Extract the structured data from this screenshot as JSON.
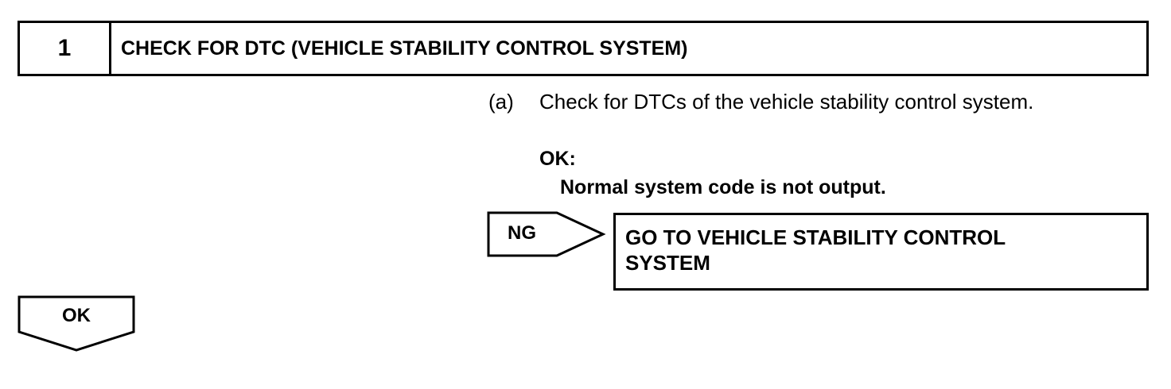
{
  "step": {
    "number": "1",
    "title": "CHECK FOR DTC (VEHICLE STABILITY CONTROL SYSTEM)"
  },
  "instruction": {
    "marker": "(a)",
    "text": "Check for DTCs of the vehicle stability control system."
  },
  "result": {
    "ok_label": "OK:",
    "ok_detail": "Normal system code is not output."
  },
  "ng_branch": {
    "label": "NG",
    "target_line1": "GO TO VEHICLE STABILITY CONTROL",
    "target_line2": "SYSTEM"
  },
  "ok_branch": {
    "label": "OK"
  }
}
